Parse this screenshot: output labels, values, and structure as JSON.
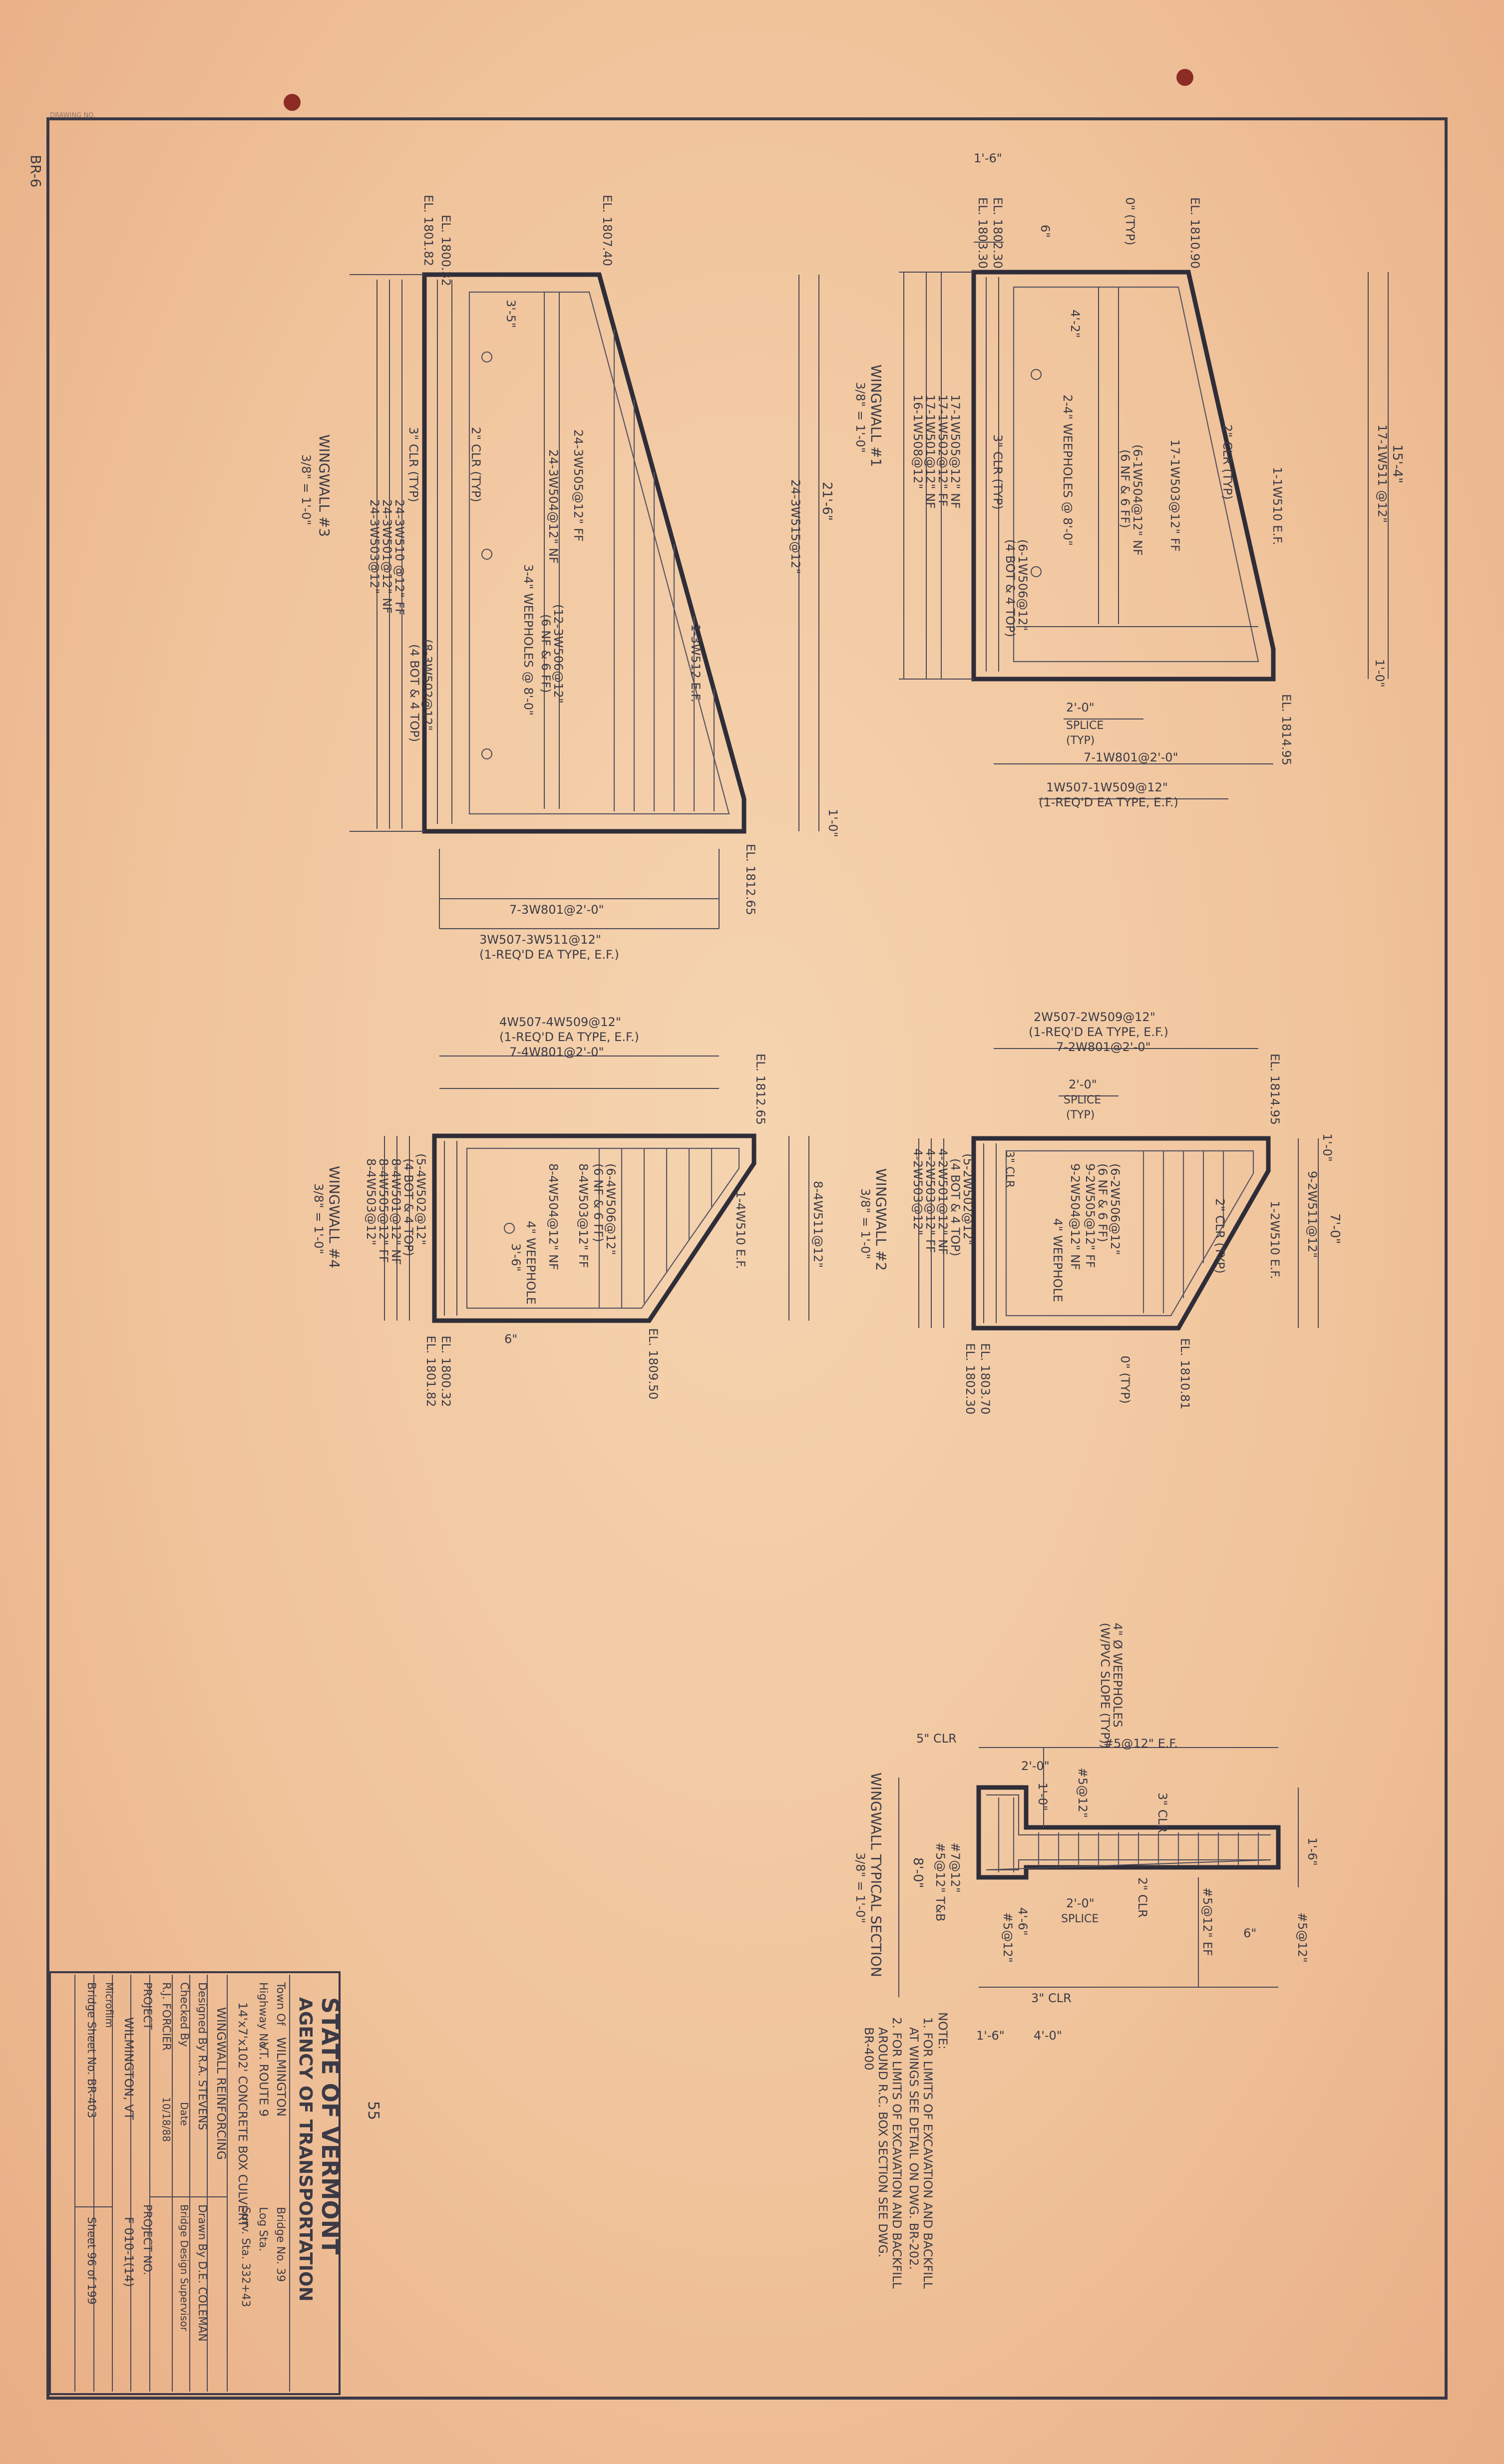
{
  "sheet": {
    "corner_code": "BR-6",
    "faint_header": "DRAWING NO.",
    "page_mark": "55"
  },
  "wingwall_3": {
    "title": "WINGWALL #3",
    "scale": "3/8\" = 1'-0\"",
    "el_top": "EL. 1807.40",
    "el_left_1": "EL. 1801.82",
    "el_left_2": "EL. 1800.32",
    "el_bottom": "EL. 1812.65",
    "dim_height": "21'-6\"",
    "notes": [
      "24-3W515@12\"",
      "24-3W505@12\" FF",
      "24-3W504@12\" NF",
      "1-3W512 E.F.",
      "3'-5\"",
      "2\" CLR (TYP)",
      "3\" CLR (TYP)",
      "24-3W510 @12\" FF",
      "24-3W501@12\" NF",
      "24-3W503@12\"",
      "(8-3W502@12\"",
      "(4 BOT & 4 TOP)",
      "(12-3W506@12\"",
      "(6 NF & 6 FF)",
      "3-4\" WEEPHOLES @ 8'-0\"",
      "1'-0\""
    ],
    "bottom_1": "7-3W801@2'-0\"",
    "bottom_2": "3W507-3W511@12\"",
    "bottom_3": "(1-REQ'D EA TYPE, E.F.)"
  },
  "wingwall_1": {
    "title": "WINGWALL #1",
    "scale": "3/8\" = 1'-0\"",
    "el_top": "EL. 1810.90",
    "el_left_1": "EL. 1803.30",
    "el_left_2": "EL. 1802.30",
    "el_right": "EL. 1814.95",
    "dim_top": "1'-6\"",
    "dim_height": "15'-4\"",
    "notes": [
      "0\" (TYP)",
      "6\"",
      "4'-2\"",
      "2-4\" WEEPHOLES @ 8'-0\"",
      "(6-1W504@12\" NF",
      "(6 NF & 6 FF)",
      "17-1W503@12\" FF",
      "17-1W511 @12\"",
      "1-1W510 E.F.",
      "3\" CLR (TYP)",
      "2\" CLR (TYP)",
      "17-1W505@12\" NF",
      "17-1W502@12\" FF",
      "17-1W501@12\" NF",
      "(6-1W506@12\"",
      "(4 BOT & 4 TOP)",
      "16-1W508@12\"",
      "1'-0\""
    ],
    "splice_1": "2'-0\"",
    "splice_2": "SPLICE",
    "splice_3": "(TYP)",
    "bottom_1": "7-1W801@2'-0\"",
    "bottom_2": "1W507-1W509@12\"",
    "bottom_3": "(1-REQ'D EA TYPE, E.F.)"
  },
  "wingwall_4": {
    "title": "WINGWALL #4",
    "scale": "3/8\" = 1'-0\"",
    "top_1": "4W507-4W509@12\"",
    "top_2": "(1-REQ'D EA TYPE, E.F.)",
    "top_3": "7-4W801@2'-0\"",
    "el_right": "EL. 1812.65",
    "el_left_1": "EL. 1801.82",
    "el_left_2": "EL. 1800.32",
    "el_bottom": "EL. 1809.50",
    "notes": [
      "8-4W511@12\"",
      "1-4W510 E.F.",
      "(6-4W506@12\"",
      "(6 NF & 6 FF)",
      "8-4W503@12\" FF",
      "8-4W504@12\" NF",
      "4\" WEEPHOLE",
      "3'-6\"",
      "(5-4W502@12\"",
      "(4 BOT & 4 TOP)",
      "8-4W501@12\" NF",
      "8-4W505@12\" FF",
      "8-4W503@12\"",
      "6\""
    ]
  },
  "wingwall_2": {
    "title": "WINGWALL #2",
    "scale": "3/8\" = 1'-0\"",
    "top_1": "2W507-2W509@12\"",
    "top_2": "(1-REQ'D EA TYPE, E.F.)",
    "top_3": "7-2W801@2'-0\"",
    "splice_1": "2'-0\"",
    "splice_2": "SPLICE",
    "splice_3": "(TYP)",
    "el_right": "EL. 1814.95",
    "el_left_1": "EL. 1802.30",
    "el_left_2": "EL. 1803.70",
    "el_bottom": "EL. 1810.81",
    "dim_height": "7'-0\"",
    "notes": [
      "9-2W511@12\"",
      "1-2W510 E.F.",
      "2\" CLR (TYP)",
      "(6-2W506@12\"",
      "(6 NF & 6 FF)",
      "9-2W505@12\" FF",
      "9-2W504@12\" NF",
      "4\" WEEPHOLE",
      "(5-2W502@12\"",
      "(4 BOT & 4 TOP)",
      "4-2W501@12\" NF",
      "4-2W503@12\" FF",
      "4-2W503@12\"",
      "3\" CLR",
      "0\" (TYP)",
      "1'-0\""
    ]
  },
  "typical_section": {
    "title": "WINGWALL TYPICAL SECTION",
    "scale": "3/8\" = 1'-0\"",
    "labels": [
      "4\" Ø WEEPHOLES",
      "(W/PVC SLOPE (TYP))",
      "#5@12\" E.F.",
      "5\" CLR",
      "2'-0\"",
      "1'-0\"",
      "#5@12\"",
      "3\" CLR",
      "#7@12\"",
      "#5@12\" T&B",
      "8'-0\"",
      "#5@12\"",
      "4'-6\"",
      "2'-0\"",
      "SPLICE",
      "2\" CLR",
      "#5@12\" EF",
      "6\"",
      "#5@12\"",
      "1'-6\"",
      "3\" CLR",
      "1'-6\"",
      "4'-0\""
    ]
  },
  "notes": {
    "heading": "NOTE:",
    "note_1a": "1. FOR LIMITS OF EXCAVATION AND BACKFILL",
    "note_1b": "AT WINGS SEE DETAIL ON DWG. BR-202.",
    "note_2a": "2. FOR LIMITS OF EXCAVATION AND BACKFILL",
    "note_2b": "AROUND R.C. BOX SECTION SEE DWG.",
    "note_2c": "BR-400"
  },
  "title_block": {
    "state": "STATE OF VERMONT",
    "agency": "AGENCY OF TRANSPORTATION",
    "town_label": "Town Of",
    "town": "WILMINGTON",
    "bridge_no": "Bridge No. 39",
    "highway_label": "Highway No.",
    "highway": "VT. ROUTE 9",
    "log_sta": "Log Sta.",
    "surv_sta": "Surv. Sta. 332+43",
    "project_desc": "14'x7'x102' CONCRETE BOX CULVERT",
    "sheet_title": "WINGWALL REINFORCING",
    "designed_by": "Designed By R.A. STEVENS",
    "drawn_by": "Drawn By D.E. COLEMAN",
    "checked_by": "Checked By",
    "checker": "R.J. FORCIER",
    "date_label": "Date",
    "date": "10/18/88",
    "supervisor": "Bridge Design Supervisor",
    "project_label": "PROJECT",
    "project_no_label": "PROJECT NO.",
    "project_no": "F 010-1(14)",
    "location": "WILMINGTON, VT",
    "microfilm": "Microfilm",
    "bridge_sheet_no": "Bridge Sheet No. BR-403",
    "sheet_of": "Sheet 96 of 199"
  }
}
